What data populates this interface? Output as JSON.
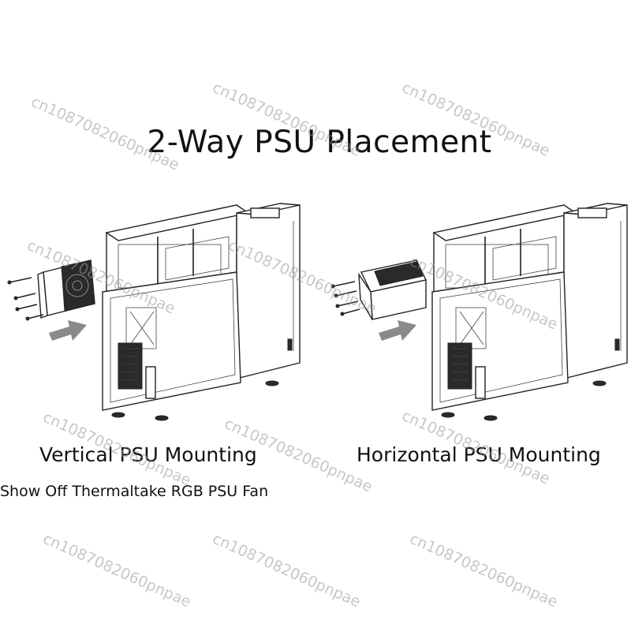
{
  "title": "2-Way PSU Placement",
  "captions": {
    "vertical": "Vertical PSU Mounting",
    "horizontal": "Horizontal PSU Mounting",
    "subtitle": "Show Off Thermaltake RGB PSU Fan"
  },
  "watermark": "cn1087082060pnpae"
}
